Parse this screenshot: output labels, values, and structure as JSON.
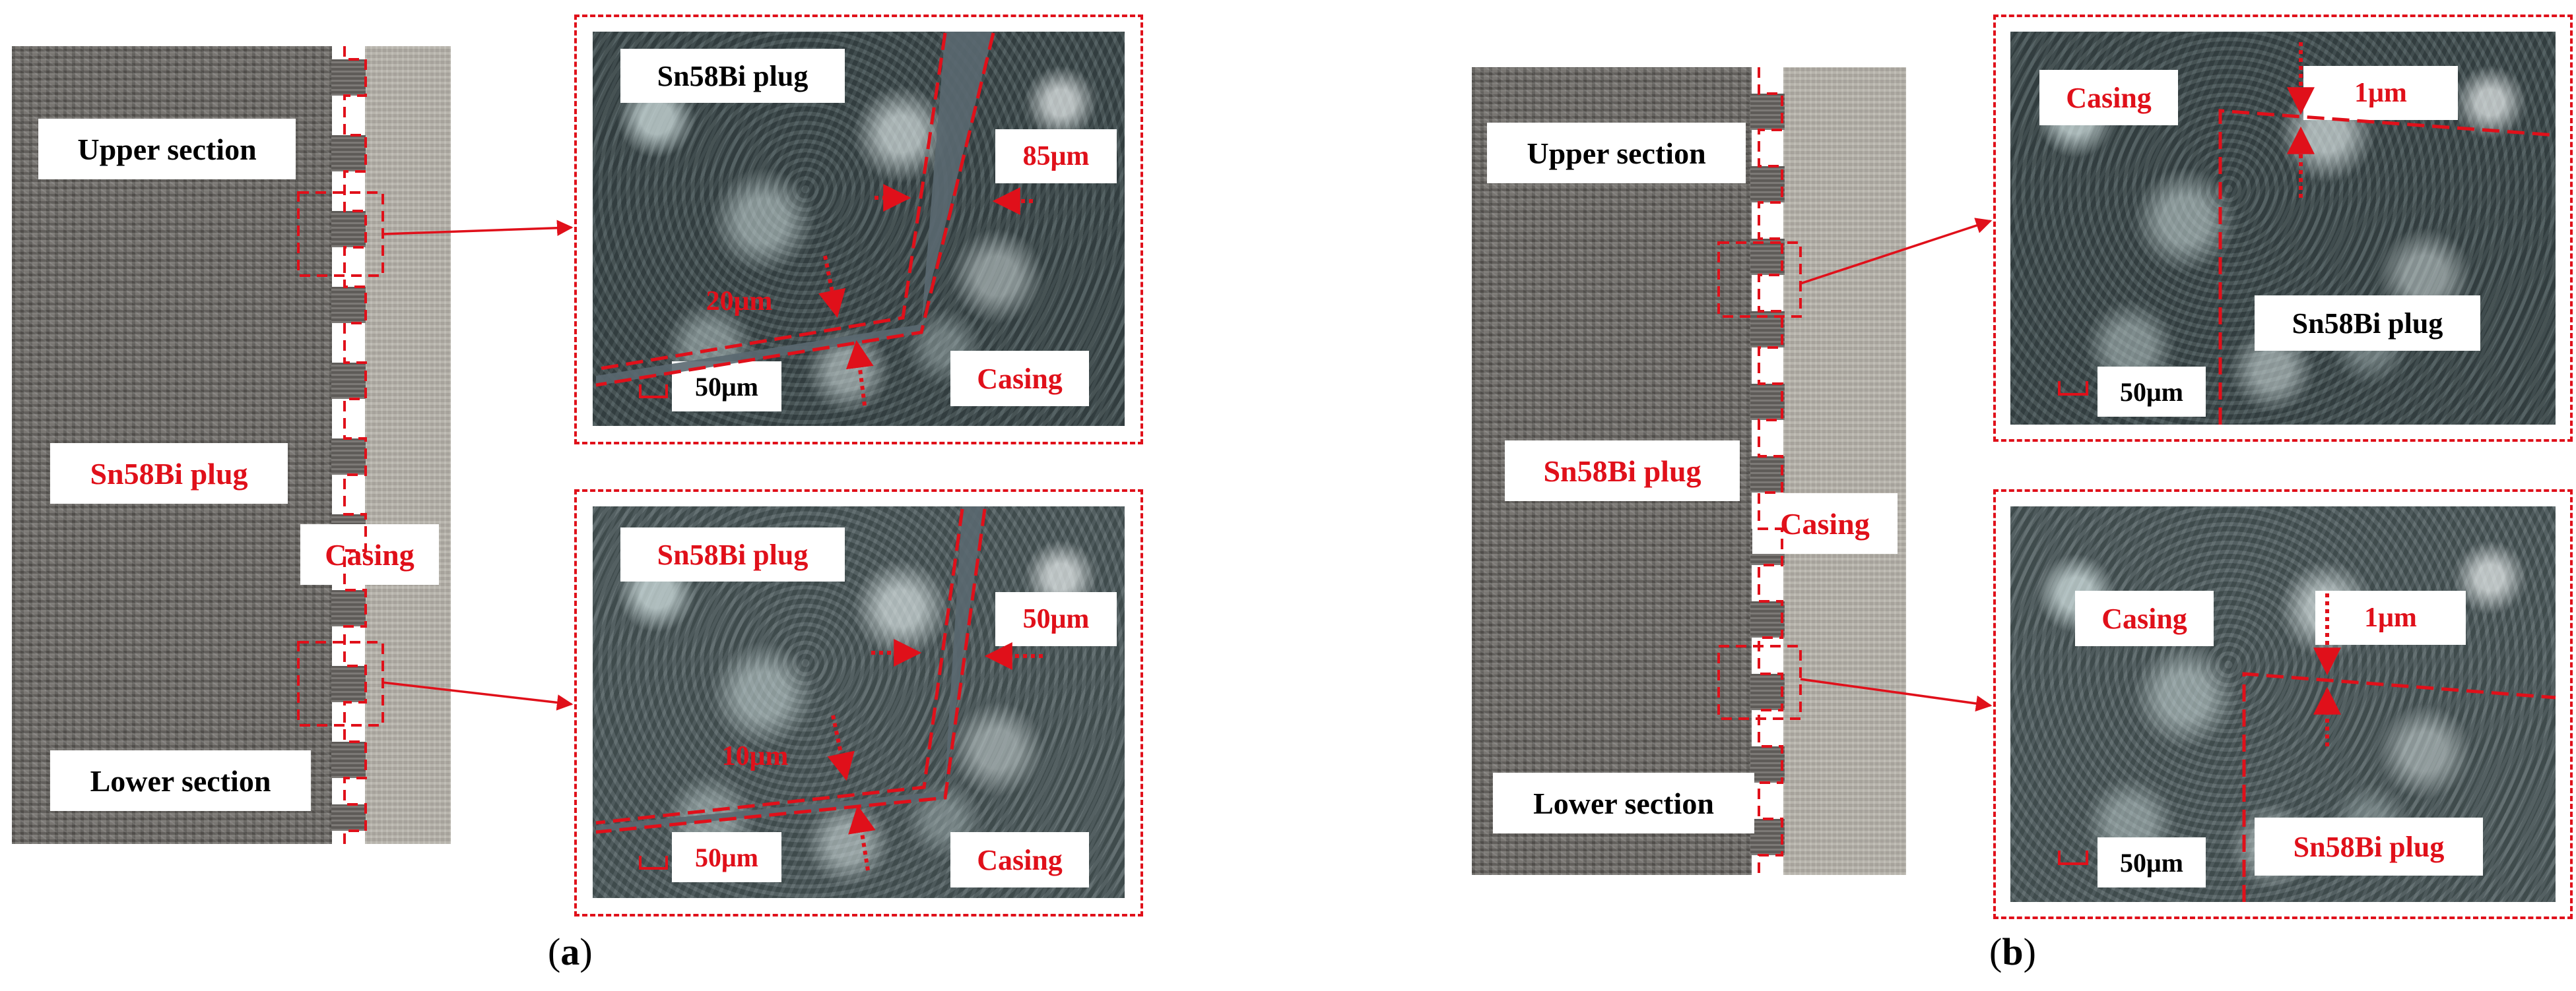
{
  "panel_a": {
    "caption_letter": "a",
    "specimen": {
      "upper_label": "Upper section",
      "plug_label": "Sn58Bi plug",
      "casing_label": "Casing",
      "lower_label": "Lower section"
    },
    "upper_micrograph": {
      "plug_label": "Sn58Bi plug",
      "casing_label": "Casing",
      "gap_vertical": "85μm",
      "gap_horizontal": "20μm",
      "scale_bar": "50μm"
    },
    "lower_micrograph": {
      "plug_label": "Sn58Bi plug",
      "casing_label": "Casing",
      "gap_vertical": "50μm",
      "gap_horizontal": "10μm",
      "scale_bar": "50μm"
    }
  },
  "panel_b": {
    "caption_letter": "b",
    "specimen": {
      "upper_label": "Upper section",
      "plug_label": "Sn58Bi plug",
      "casing_label": "Casing",
      "lower_label": "Lower section"
    },
    "upper_micrograph": {
      "casing_label": "Casing",
      "plug_label": "Sn58Bi plug",
      "gap": "1μm",
      "scale_bar": "50μm"
    },
    "lower_micrograph": {
      "casing_label": "Casing",
      "plug_label": "Sn58Bi plug",
      "gap": "1μm",
      "scale_bar": "50μm"
    }
  },
  "colors": {
    "annotation_red": "#e0101a",
    "label_black": "#000000",
    "label_background": "#ffffff"
  }
}
